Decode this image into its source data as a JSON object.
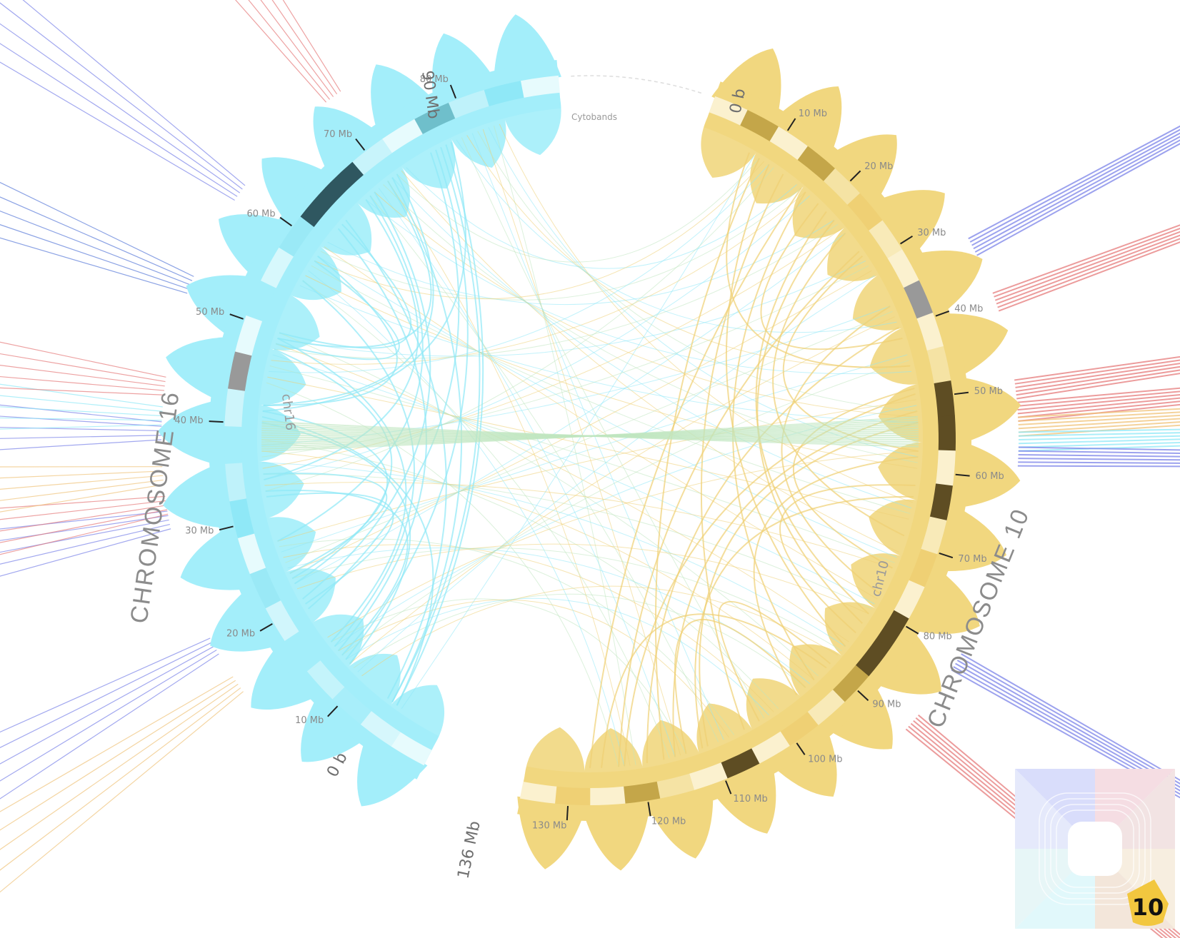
{
  "colors": {
    "chr16": "#a3eefa",
    "chr16_link": "#8fe8f7",
    "chr10": "#f1d77f",
    "chr10_link": "#efd074",
    "mid_link": "#bfe6c0",
    "background": "#ffffff"
  },
  "track_label": "Cytobands",
  "chromosomes": [
    {
      "id": "chr16",
      "label": "chr16",
      "title": "CHROMOSOME 16",
      "end_label_start": "0 b",
      "end_label_end": "90 Mb",
      "ticks": [
        "10 Mb",
        "20 Mb",
        "30 Mb",
        "40 Mb",
        "50 Mb",
        "60 Mb",
        "70 Mb",
        "80 Mb"
      ]
    },
    {
      "id": "chr10",
      "label": "chr10",
      "title": "CHROMOSOME 10",
      "end_label_start": "0 b",
      "end_label_end": "136 Mb",
      "ticks": [
        "10 Mb",
        "20 Mb",
        "30 Mb",
        "40 Mb",
        "50 Mb",
        "60 Mb",
        "70 Mb",
        "80 Mb",
        "90 Mb",
        "100 Mb",
        "110 Mb",
        "120 Mb",
        "130 Mb"
      ]
    }
  ],
  "minimap": {
    "badge": "10",
    "icon": "minimap-icon"
  }
}
